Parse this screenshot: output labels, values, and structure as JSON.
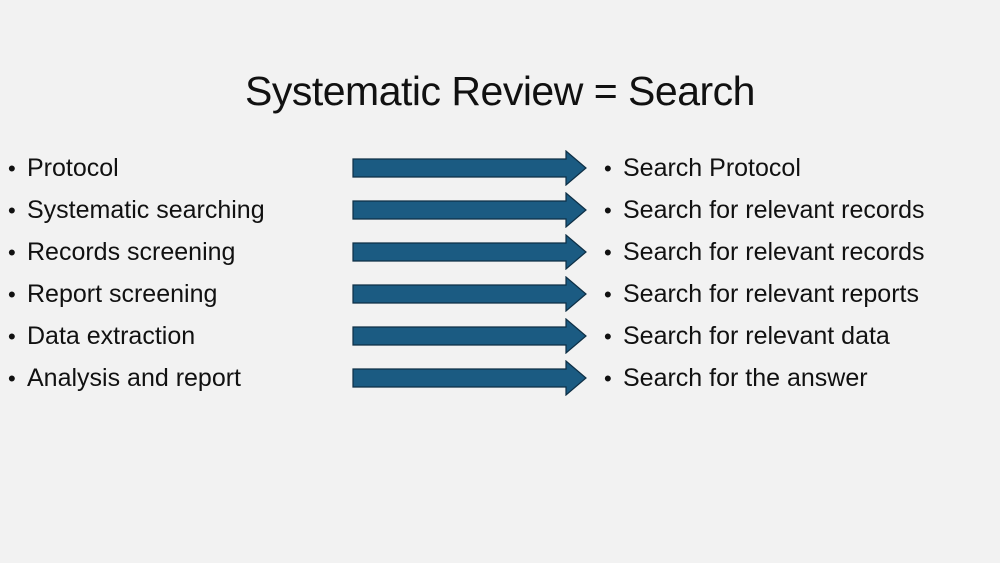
{
  "slide": {
    "title": "Systematic Review = Search",
    "bullet_char": "•",
    "left_items": [
      {
        "label": "Protocol"
      },
      {
        "label": "Systematic searching"
      },
      {
        "label": "Records screening"
      },
      {
        "label": "Report screening"
      },
      {
        "label": "Data extraction"
      },
      {
        "label": "Analysis and report"
      }
    ],
    "right_items": [
      {
        "label": "Search Protocol"
      },
      {
        "label": "Search for relevant records"
      },
      {
        "label": "Search for relevant records"
      },
      {
        "label": "Search for relevant reports"
      },
      {
        "label": "Search for relevant data"
      },
      {
        "label": "Search for the answer"
      }
    ],
    "colors": {
      "arrow_fill": "#1b5b82",
      "arrow_stroke": "#0e2f45",
      "background": "#f2f2f2",
      "text": "#111111"
    }
  }
}
